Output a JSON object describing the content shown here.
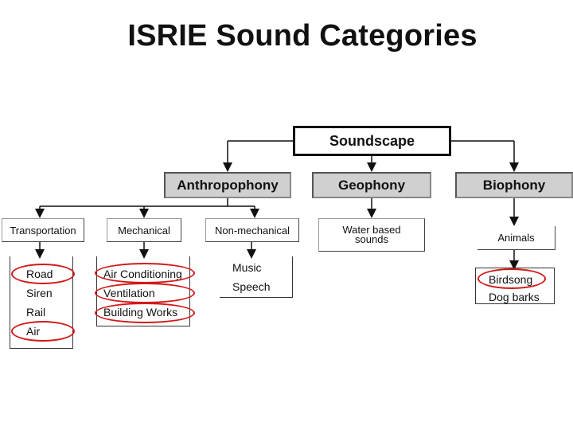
{
  "title": "ISRIE Sound Categories",
  "root": "Soundscape",
  "categories": [
    "Anthropophony",
    "Geophony",
    "Biophony"
  ],
  "anthropophony_subs": [
    "Transportation",
    "Mechanical",
    "Non-mechanical"
  ],
  "geophony_sub": [
    "Water based",
    "sounds"
  ],
  "biophony_sub": "Animals",
  "transportation_items": [
    "Road",
    "Siren",
    "Rail",
    "Air"
  ],
  "mechanical_items": [
    "Air Conditioning",
    "Ventilation",
    "Building Works"
  ],
  "nonmechanical_items": [
    "Music",
    "Speech"
  ],
  "animal_items": [
    "Birdsong",
    "Dog barks"
  ],
  "colors": {
    "highlight_ring": "#d21a1a",
    "category_fill": "#d0d0d0"
  }
}
